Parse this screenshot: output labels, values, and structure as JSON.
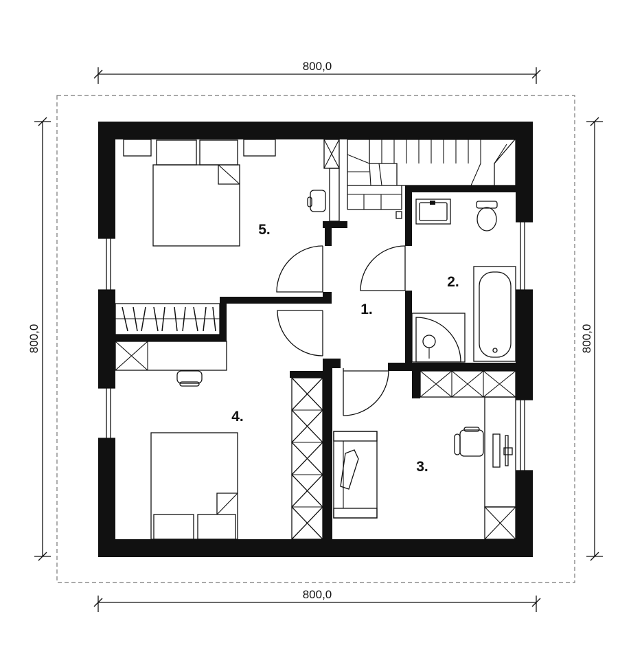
{
  "dimensions": {
    "top": "800,0",
    "bottom": "800,0",
    "left": "800,0",
    "right": "800,0"
  },
  "rooms": [
    {
      "id": "1",
      "label": "1."
    },
    {
      "id": "2",
      "label": "2."
    },
    {
      "id": "3",
      "label": "3."
    },
    {
      "id": "4",
      "label": "4."
    },
    {
      "id": "5",
      "label": "5."
    }
  ]
}
